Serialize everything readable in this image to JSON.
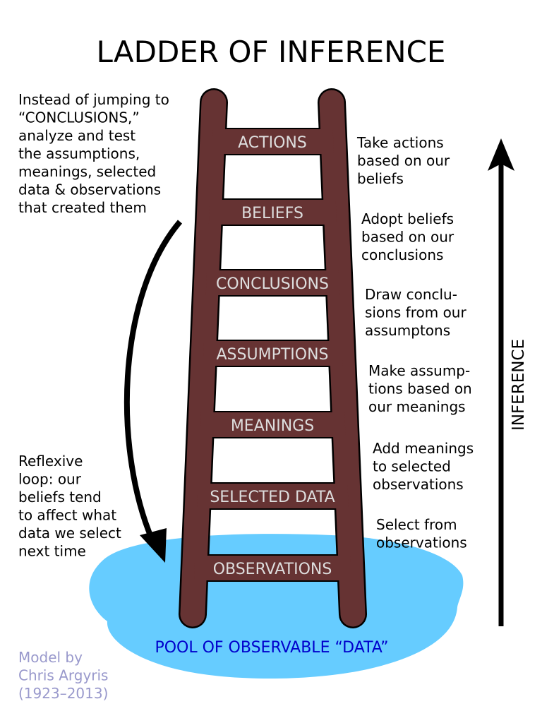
{
  "title": "LADDER OF INFERENCE",
  "colors": {
    "ladder": "#663333",
    "pool": "#66ccff",
    "rung_text": "#dddddd",
    "pool_text": "#0000cc",
    "credit_text": "#9999cc"
  },
  "left_note": [
    "Instead of jumping to",
    "“CONCLUSIONS,”",
    "analyze and test",
    "the assumptions,",
    "meanings, selected",
    "data & observations",
    "that created them"
  ],
  "reflexive_note": [
    "Reflexive",
    "loop: our",
    "beliefs tend",
    "to affect what",
    "data we select",
    "next time"
  ],
  "rungs": [
    "ACTIONS",
    "BELIEFS",
    "CONCLUSIONS",
    "ASSUMPTIONS",
    "MEANINGS",
    "SELECTED DATA",
    "OBSERVATIONS"
  ],
  "descriptions": [
    [
      "Take actions",
      "based on our",
      "beliefs"
    ],
    [
      "Adopt beliefs",
      "based on our",
      "conclusions"
    ],
    [
      "Draw conclu-",
      "sions from our",
      "assumptons"
    ],
    [
      "Make assump-",
      "tions based on",
      "our meanings"
    ],
    [
      "Add meanings",
      "to selected",
      "observations"
    ],
    [
      "Select from",
      "observations"
    ]
  ],
  "pool_label": "POOL OF OBSERVABLE “DATA”",
  "axis_label": "INFERENCE",
  "credit": [
    "Model by",
    "Chris Argyris",
    "(1923–2013)"
  ]
}
